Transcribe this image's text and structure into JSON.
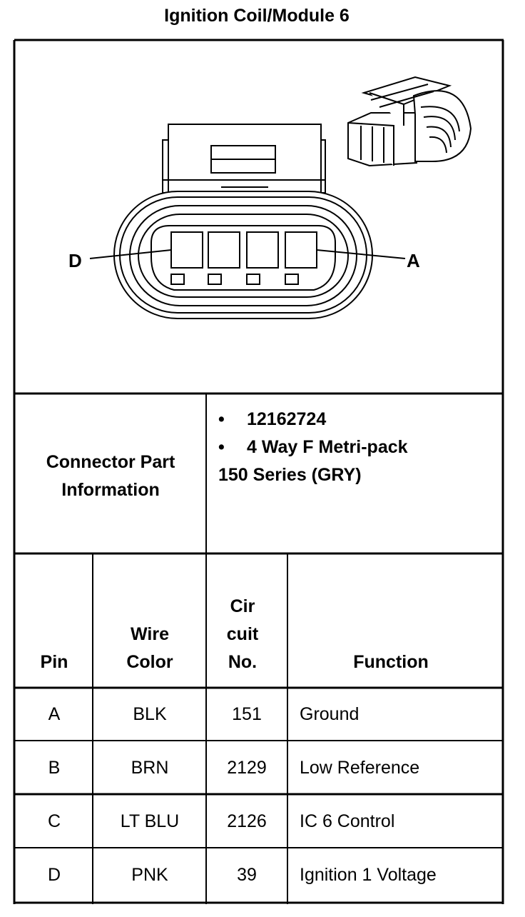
{
  "title": "Ignition Coil/Module 6",
  "connector": {
    "label_left": "D",
    "label_right": "A"
  },
  "part_info": {
    "label_line1": "Connector Part",
    "label_line2": "Information",
    "items": [
      "12162724",
      "4 Way F Metri-pack"
    ],
    "extra_line": "150 Series (GRY)",
    "bullet": "•"
  },
  "table": {
    "headers": {
      "pin": "Pin",
      "wire_line1": "Wire",
      "wire_line2": "Color",
      "circ_line1": "Cir",
      "circ_line2": "cuit",
      "circ_line3": "No.",
      "function": "Function"
    },
    "rows": [
      {
        "pin": "A",
        "wire": "BLK",
        "circuit": "151",
        "function": "Ground"
      },
      {
        "pin": "B",
        "wire": "BRN",
        "circuit": "2129",
        "function": "Low Reference"
      },
      {
        "pin": "C",
        "wire": "LT BLU",
        "circuit": "2126",
        "function": "IC 6 Control"
      },
      {
        "pin": "D",
        "wire": "PNK",
        "circuit": "39",
        "function": "Ignition 1 Voltage"
      }
    ]
  }
}
